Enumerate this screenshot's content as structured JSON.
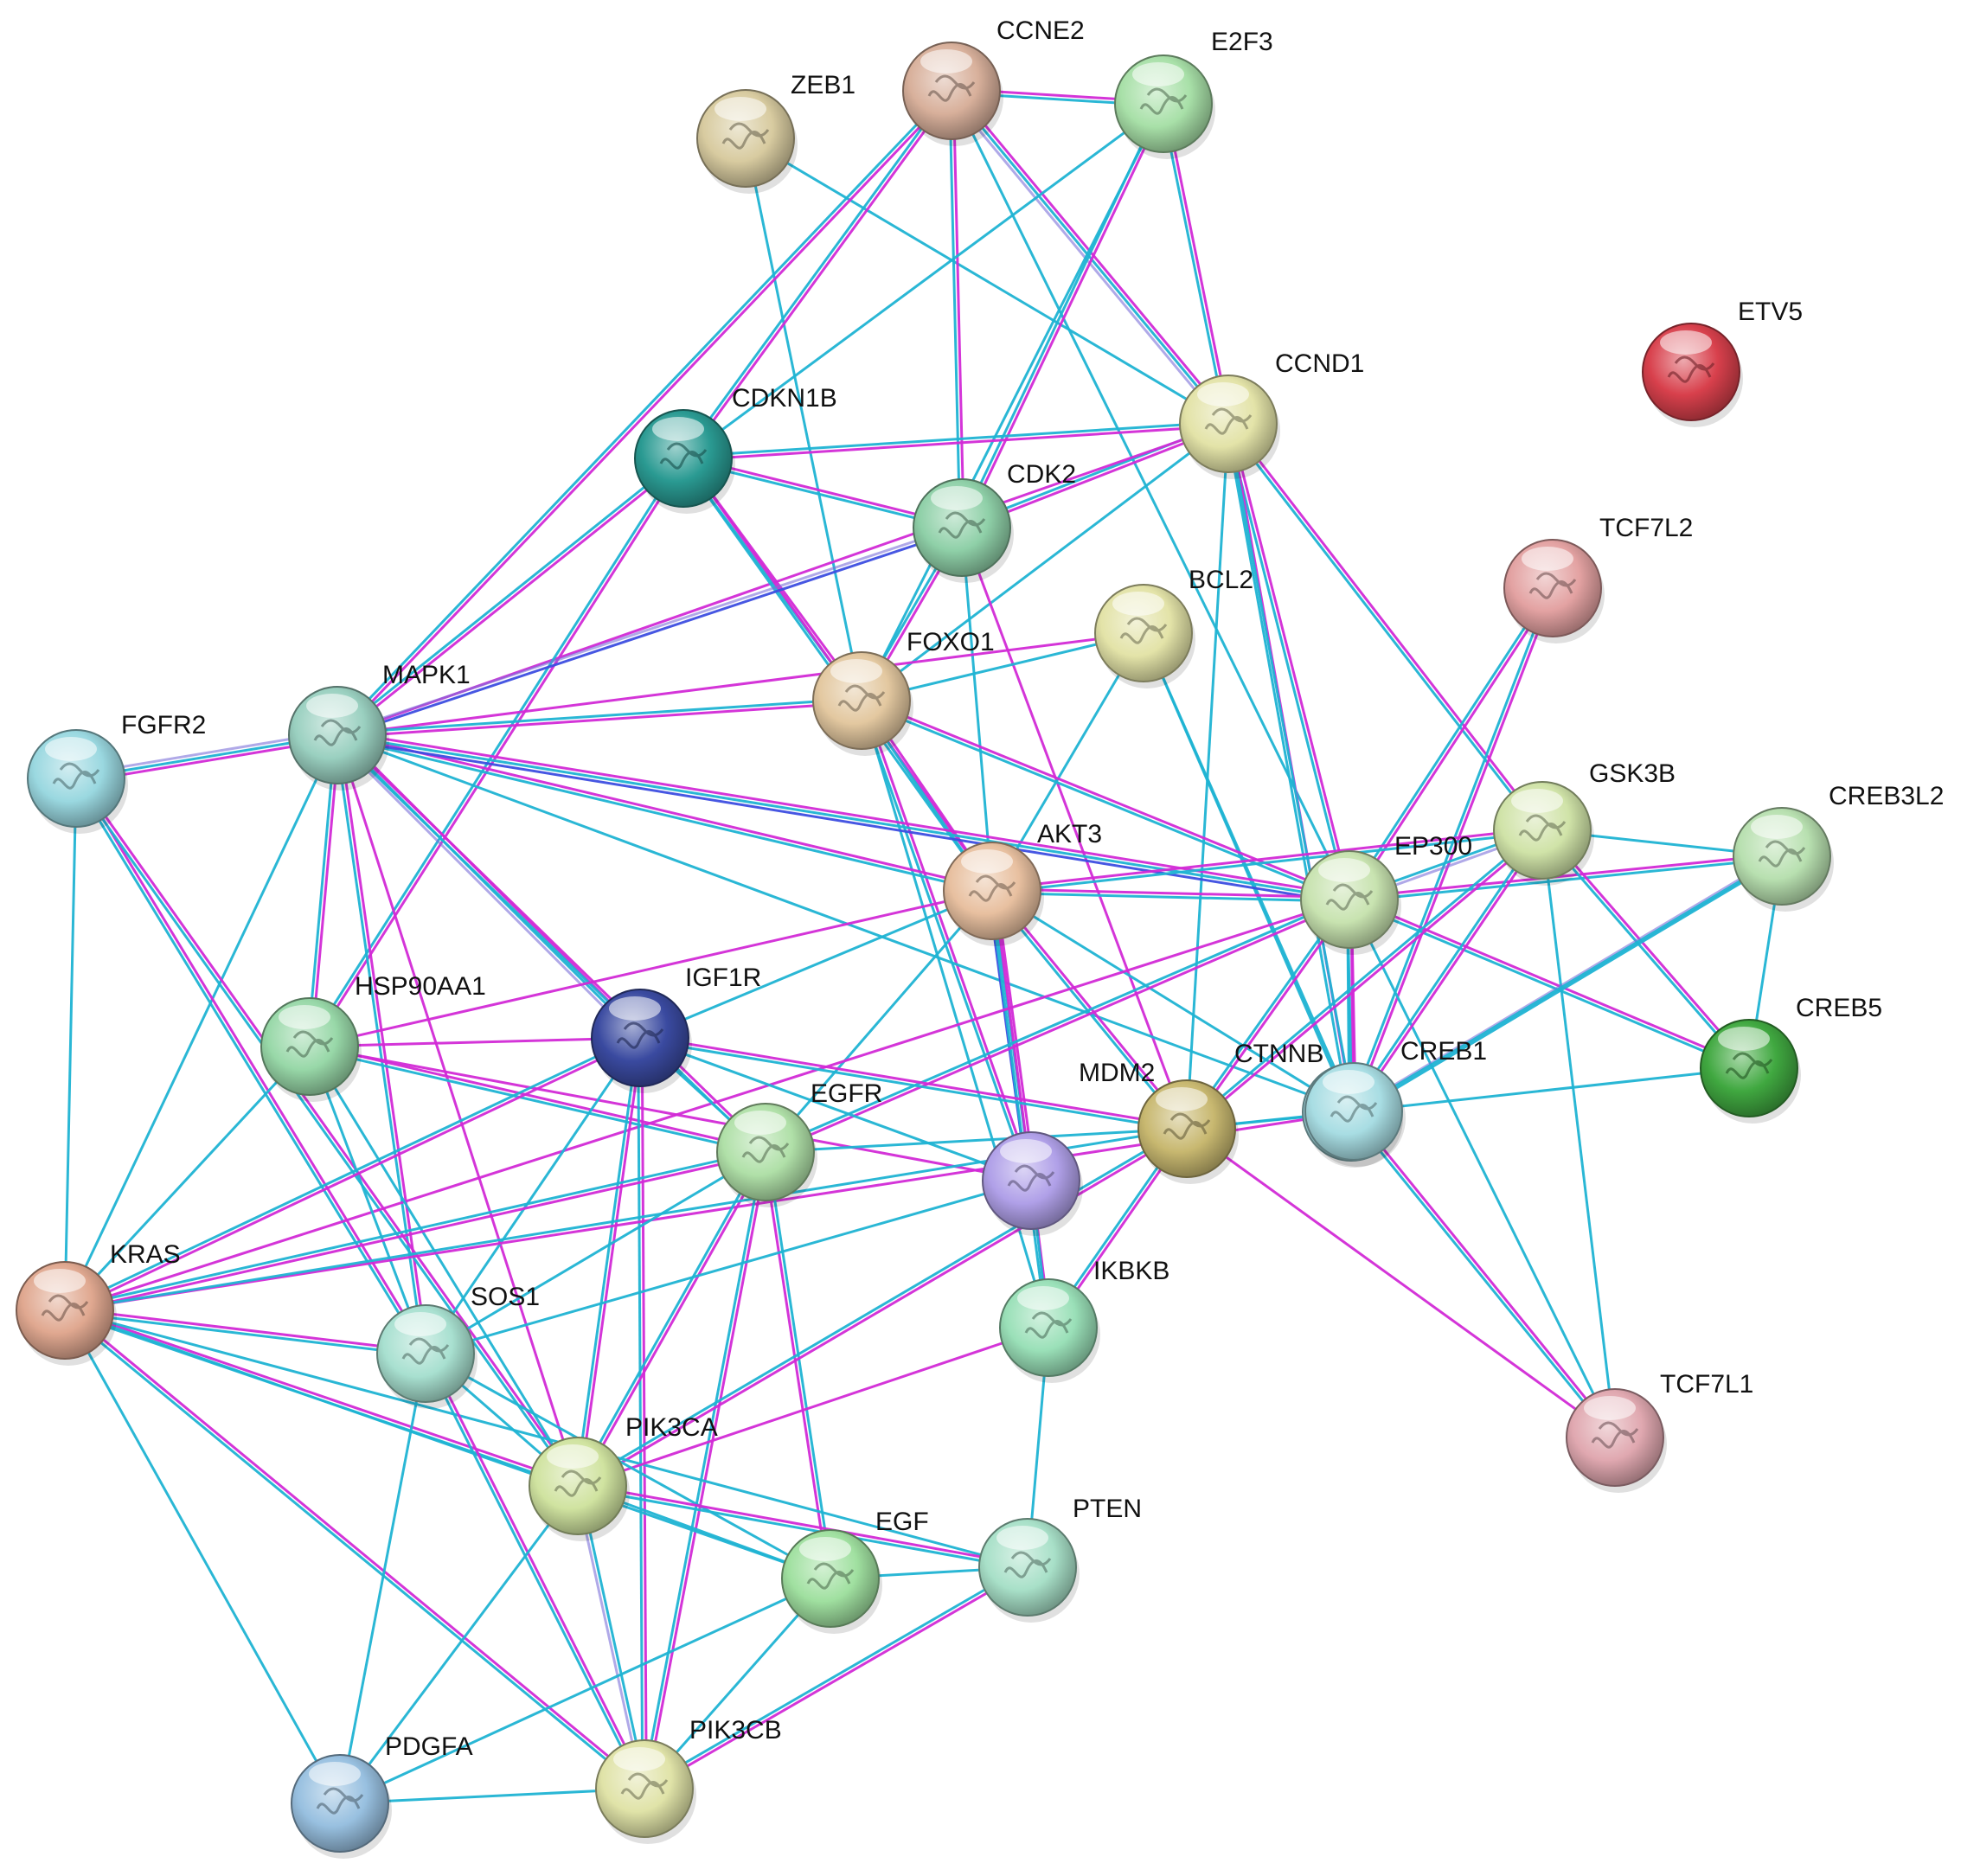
{
  "network": {
    "edge_colors": {
      "experimental": "#d22ad6",
      "database": "#1fb3d3",
      "coexpression": "#7b6fd9",
      "textmining": "#3d4ee0"
    },
    "nodes": [
      {
        "id": "ZEB1",
        "label": "ZEB1",
        "color": "#d8cba0"
      },
      {
        "id": "CCNE2",
        "label": "CCNE2",
        "color": "#d8b09b"
      },
      {
        "id": "E2F3",
        "label": "E2F3",
        "color": "#a8e0a8"
      },
      {
        "id": "ETV5",
        "label": "ETV5",
        "color": "#d8404c"
      },
      {
        "id": "CCND1",
        "label": "CCND1",
        "color": "#e3e3a8"
      },
      {
        "id": "CDKN1B",
        "label": "CDKN1B",
        "color": "#2a9a92"
      },
      {
        "id": "CDK2",
        "label": "CDK2",
        "color": "#8fd0a8"
      },
      {
        "id": "TCF7L2",
        "label": "TCF7L2",
        "color": "#e3a2a2"
      },
      {
        "id": "BCL2",
        "label": "BCL2",
        "color": "#e3e3a8"
      },
      {
        "id": "FOXO1",
        "label": "FOXO1",
        "color": "#e3c8a0"
      },
      {
        "id": "MAPK1",
        "label": "MAPK1",
        "color": "#9ad0c0"
      },
      {
        "id": "FGFR2",
        "label": "FGFR2",
        "color": "#9ad8e0"
      },
      {
        "id": "AKT3",
        "label": "AKT3",
        "color": "#e8c0a0"
      },
      {
        "id": "EP300",
        "label": "EP300",
        "color": "#c8e3b0"
      },
      {
        "id": "GSK3B",
        "label": "GSK3B",
        "color": "#d0e3a8"
      },
      {
        "id": "CREB3L2",
        "label": "CREB3L2",
        "color": "#b8e0b0"
      },
      {
        "id": "HSP90AA1",
        "label": "HSP90AA1",
        "color": "#98d8a8"
      },
      {
        "id": "IGF1R",
        "label": "IGF1R",
        "color": "#3a4aa0"
      },
      {
        "id": "CREB5",
        "label": "CREB5",
        "color": "#40a840"
      },
      {
        "id": "CTNNB1",
        "label": "CTNNB",
        "color": "#a8dde3"
      },
      {
        "id": "CREB1",
        "label": "CREB1",
        "color": "#a8dde3"
      },
      {
        "id": "EGFR",
        "label": "EGFR",
        "color": "#b0e0a8"
      },
      {
        "id": "MDM2",
        "label": "MDM2",
        "color": "#c8b870"
      },
      {
        "id": "PTPN",
        "label": "",
        "color": "#b0a0e8"
      },
      {
        "id": "KRAS",
        "label": "KRAS",
        "color": "#e0a890"
      },
      {
        "id": "IKBKB",
        "label": "IKBKB",
        "color": "#9ae0b8"
      },
      {
        "id": "SOS1",
        "label": "SOS1",
        "color": "#a8e0d0"
      },
      {
        "id": "PIK3CA",
        "label": "PIK3CA",
        "color": "#d0e3a0"
      },
      {
        "id": "TCF7L1",
        "label": "TCF7L1",
        "color": "#e0a8b0"
      },
      {
        "id": "EGF",
        "label": "EGF",
        "color": "#a0e0a0"
      },
      {
        "id": "PTEN",
        "label": "PTEN",
        "color": "#a8e0c8"
      },
      {
        "id": "PDGFA",
        "label": "PDGFA",
        "color": "#98c0e0"
      },
      {
        "id": "PIK3CB",
        "label": "PIK3CB",
        "color": "#e0e3a8"
      }
    ],
    "edges": [
      {
        "s": "ZEB1",
        "t": "CCND1",
        "types": [
          "database"
        ]
      },
      {
        "s": "ZEB1",
        "t": "FOXO1",
        "types": [
          "database"
        ]
      },
      {
        "s": "CCNE2",
        "t": "E2F3",
        "types": [
          "experimental",
          "database"
        ]
      },
      {
        "s": "CCNE2",
        "t": "CCND1",
        "types": [
          "experimental",
          "database",
          "coexpression"
        ]
      },
      {
        "s": "CCNE2",
        "t": "CDKN1B",
        "types": [
          "experimental",
          "database"
        ]
      },
      {
        "s": "CCNE2",
        "t": "CDK2",
        "types": [
          "experimental",
          "database"
        ]
      },
      {
        "s": "CCNE2",
        "t": "MAPK1",
        "types": [
          "experimental",
          "database"
        ]
      },
      {
        "s": "CCNE2",
        "t": "EP300",
        "types": [
          "database"
        ]
      },
      {
        "s": "E2F3",
        "t": "CCND1",
        "types": [
          "experimental",
          "database"
        ]
      },
      {
        "s": "E2F3",
        "t": "CDK2",
        "types": [
          "experimental",
          "database"
        ]
      },
      {
        "s": "E2F3",
        "t": "CDKN1B",
        "types": [
          "database"
        ]
      },
      {
        "s": "E2F3",
        "t": "FOXO1",
        "types": [
          "database"
        ]
      },
      {
        "s": "CCND1",
        "t": "CDKN1B",
        "types": [
          "experimental",
          "database"
        ]
      },
      {
        "s": "CCND1",
        "t": "CDK2",
        "types": [
          "experimental",
          "database"
        ]
      },
      {
        "s": "CCND1",
        "t": "FOXO1",
        "types": [
          "database"
        ]
      },
      {
        "s": "CCND1",
        "t": "EP300",
        "types": [
          "experimental",
          "database"
        ]
      },
      {
        "s": "CCND1",
        "t": "GSK3B",
        "types": [
          "experimental",
          "database"
        ]
      },
      {
        "s": "CCND1",
        "t": "CTNNB1",
        "types": [
          "experimental",
          "database"
        ]
      },
      {
        "s": "CCND1",
        "t": "MDM2",
        "types": [
          "database"
        ]
      },
      {
        "s": "CCND1",
        "t": "CREB1",
        "types": [
          "database"
        ]
      },
      {
        "s": "CCND1",
        "t": "MAPK1",
        "types": [
          "experimental"
        ]
      },
      {
        "s": "CDKN1B",
        "t": "CDK2",
        "types": [
          "experimental",
          "database"
        ]
      },
      {
        "s": "CDKN1B",
        "t": "FOXO1",
        "types": [
          "experimental",
          "database"
        ]
      },
      {
        "s": "CDKN1B",
        "t": "AKT3",
        "types": [
          "experimental",
          "database"
        ]
      },
      {
        "s": "CDKN1B",
        "t": "MAPK1",
        "types": [
          "experimental",
          "database"
        ]
      },
      {
        "s": "CDKN1B",
        "t": "HSP90AA1",
        "types": [
          "experimental",
          "database"
        ]
      },
      {
        "s": "CDK2",
        "t": "MAPK1",
        "types": [
          "textmining",
          "coexpression"
        ]
      },
      {
        "s": "CDK2",
        "t": "FOXO1",
        "types": [
          "experimental",
          "database"
        ]
      },
      {
        "s": "CDK2",
        "t": "AKT3",
        "types": [
          "database"
        ]
      },
      {
        "s": "CDK2",
        "t": "MDM2",
        "types": [
          "experimental"
        ]
      },
      {
        "s": "TCF7L2",
        "t": "EP300",
        "types": [
          "experimental",
          "database"
        ]
      },
      {
        "s": "TCF7L2",
        "t": "CTNNB1",
        "types": [
          "experimental",
          "database"
        ]
      },
      {
        "s": "BCL2",
        "t": "FOXO1",
        "types": [
          "database"
        ]
      },
      {
        "s": "BCL2",
        "t": "MAPK1",
        "types": [
          "experimental"
        ]
      },
      {
        "s": "BCL2",
        "t": "AKT3",
        "types": [
          "database"
        ]
      },
      {
        "s": "BCL2",
        "t": "CTNNB1",
        "types": [
          "database"
        ]
      },
      {
        "s": "BCL2",
        "t": "CREB1",
        "types": [
          "database"
        ]
      },
      {
        "s": "FOXO1",
        "t": "MAPK1",
        "types": [
          "experimental",
          "database"
        ]
      },
      {
        "s": "FOXO1",
        "t": "AKT3",
        "types": [
          "experimental",
          "database"
        ]
      },
      {
        "s": "FOXO1",
        "t": "EP300",
        "types": [
          "experimental",
          "database"
        ]
      },
      {
        "s": "FOXO1",
        "t": "PTPN",
        "types": [
          "experimental",
          "database"
        ]
      },
      {
        "s": "FOXO1",
        "t": "IKBKB",
        "types": [
          "database"
        ]
      },
      {
        "s": "MAPK1",
        "t": "FGFR2",
        "types": [
          "experimental",
          "database",
          "coexpression"
        ]
      },
      {
        "s": "MAPK1",
        "t": "AKT3",
        "types": [
          "experimental",
          "database"
        ]
      },
      {
        "s": "MAPK1",
        "t": "EP300",
        "types": [
          "experimental",
          "database",
          "textmining"
        ]
      },
      {
        "s": "MAPK1",
        "t": "HSP90AA1",
        "types": [
          "experimental",
          "database"
        ]
      },
      {
        "s": "MAPK1",
        "t": "IGF1R",
        "types": [
          "experimental",
          "database",
          "coexpression"
        ]
      },
      {
        "s": "MAPK1",
        "t": "KRAS",
        "types": [
          "database"
        ]
      },
      {
        "s": "MAPK1",
        "t": "SOS1",
        "types": [
          "experimental",
          "database"
        ]
      },
      {
        "s": "MAPK1",
        "t": "EGFR",
        "types": [
          "experimental",
          "database"
        ]
      },
      {
        "s": "MAPK1",
        "t": "CREB1",
        "types": [
          "database"
        ]
      },
      {
        "s": "MAPK1",
        "t": "PIK3CA",
        "types": [
          "experimental"
        ]
      },
      {
        "s": "FGFR2",
        "t": "KRAS",
        "types": [
          "database"
        ]
      },
      {
        "s": "FGFR2",
        "t": "SOS1",
        "types": [
          "experimental",
          "database"
        ]
      },
      {
        "s": "FGFR2",
        "t": "PIK3CA",
        "types": [
          "experimental",
          "database"
        ]
      },
      {
        "s": "AKT3",
        "t": "EP300",
        "types": [
          "experimental",
          "database"
        ]
      },
      {
        "s": "AKT3",
        "t": "GSK3B",
        "types": [
          "experimental",
          "database"
        ]
      },
      {
        "s": "AKT3",
        "t": "PTPN",
        "types": [
          "experimental",
          "database",
          "textmining"
        ]
      },
      {
        "s": "AKT3",
        "t": "MDM2",
        "types": [
          "experimental",
          "database"
        ]
      },
      {
        "s": "AKT3",
        "t": "IGF1R",
        "types": [
          "database"
        ]
      },
      {
        "s": "AKT3",
        "t": "HSP90AA1",
        "types": [
          "experimental"
        ]
      },
      {
        "s": "AKT3",
        "t": "CTNNB1",
        "types": [
          "database"
        ]
      },
      {
        "s": "AKT3",
        "t": "EGFR",
        "types": [
          "database"
        ]
      },
      {
        "s": "AKT3",
        "t": "IKBKB",
        "types": [
          "experimental",
          "database"
        ]
      },
      {
        "s": "EP300",
        "t": "GSK3B",
        "types": [
          "database",
          "coexpression"
        ]
      },
      {
        "s": "EP300",
        "t": "CREB3L2",
        "types": [
          "experimental",
          "database"
        ]
      },
      {
        "s": "EP300",
        "t": "CREB5",
        "types": [
          "experimental",
          "database"
        ]
      },
      {
        "s": "EP300",
        "t": "CTNNB1",
        "types": [
          "experimental",
          "database"
        ]
      },
      {
        "s": "EP300",
        "t": "CREB1",
        "types": [
          "experimental",
          "database"
        ]
      },
      {
        "s": "EP300",
        "t": "MDM2",
        "types": [
          "experimental",
          "database"
        ]
      },
      {
        "s": "EP300",
        "t": "TCF7L1",
        "types": [
          "database"
        ]
      },
      {
        "s": "EP300",
        "t": "KRAS",
        "types": [
          "experimental"
        ]
      },
      {
        "s": "EP300",
        "t": "EGFR",
        "types": [
          "experimental",
          "database"
        ]
      },
      {
        "s": "GSK3B",
        "t": "CREB3L2",
        "types": [
          "database"
        ]
      },
      {
        "s": "GSK3B",
        "t": "CREB5",
        "types": [
          "experimental",
          "database"
        ]
      },
      {
        "s": "GSK3B",
        "t": "CTNNB1",
        "types": [
          "experimental",
          "database"
        ]
      },
      {
        "s": "GSK3B",
        "t": "MDM2",
        "types": [
          "experimental",
          "database"
        ]
      },
      {
        "s": "GSK3B",
        "t": "TCF7L1",
        "types": [
          "database"
        ]
      },
      {
        "s": "CREB3L2",
        "t": "CREB5",
        "types": [
          "database"
        ]
      },
      {
        "s": "CREB3L2",
        "t": "CREB1",
        "types": [
          "database",
          "coexpression"
        ]
      },
      {
        "s": "CREB3L2",
        "t": "CTNNB1",
        "types": [
          "database"
        ]
      },
      {
        "s": "CREB5",
        "t": "CREB1",
        "types": [
          "database"
        ]
      },
      {
        "s": "HSP90AA1",
        "t": "IGF1R",
        "types": [
          "experimental"
        ]
      },
      {
        "s": "HSP90AA1",
        "t": "KRAS",
        "types": [
          "database"
        ]
      },
      {
        "s": "HSP90AA1",
        "t": "SOS1",
        "types": [
          "database"
        ]
      },
      {
        "s": "HSP90AA1",
        "t": "EGFR",
        "types": [
          "experimental",
          "database"
        ]
      },
      {
        "s": "HSP90AA1",
        "t": "PTPN",
        "types": [
          "experimental"
        ]
      },
      {
        "s": "HSP90AA1",
        "t": "PIK3CA",
        "types": [
          "database"
        ]
      },
      {
        "s": "IGF1R",
        "t": "KRAS",
        "types": [
          "experimental",
          "database"
        ]
      },
      {
        "s": "IGF1R",
        "t": "SOS1",
        "types": [
          "database"
        ]
      },
      {
        "s": "IGF1R",
        "t": "EGFR",
        "types": [
          "database"
        ]
      },
      {
        "s": "IGF1R",
        "t": "MDM2",
        "types": [
          "experimental",
          "database"
        ]
      },
      {
        "s": "IGF1R",
        "t": "PIK3CA",
        "types": [
          "experimental",
          "database"
        ]
      },
      {
        "s": "IGF1R",
        "t": "PIK3CB",
        "types": [
          "experimental",
          "database"
        ]
      },
      {
        "s": "IGF1R",
        "t": "PTPN",
        "types": [
          "database"
        ]
      },
      {
        "s": "CTNNB1",
        "t": "MDM2",
        "types": [
          "database"
        ]
      },
      {
        "s": "CTNNB1",
        "t": "TCF7L1",
        "types": [
          "experimental",
          "database"
        ]
      },
      {
        "s": "CTNNB1",
        "t": "KRAS",
        "types": [
          "experimental"
        ]
      },
      {
        "s": "CREB1",
        "t": "MDM2",
        "types": [
          "database"
        ]
      },
      {
        "s": "EGFR",
        "t": "KRAS",
        "types": [
          "experimental",
          "database"
        ]
      },
      {
        "s": "EGFR",
        "t": "SOS1",
        "types": [
          "database"
        ]
      },
      {
        "s": "EGFR",
        "t": "PIK3CA",
        "types": [
          "experimental",
          "database"
        ]
      },
      {
        "s": "EGFR",
        "t": "PIK3CB",
        "types": [
          "experimental",
          "database"
        ]
      },
      {
        "s": "EGFR",
        "t": "EGF",
        "types": [
          "database",
          "experimental"
        ]
      },
      {
        "s": "EGFR",
        "t": "MDM2",
        "types": [
          "database"
        ]
      },
      {
        "s": "MDM2",
        "t": "KRAS",
        "types": [
          "database"
        ]
      },
      {
        "s": "MDM2",
        "t": "IKBKB",
        "types": [
          "experimental",
          "database"
        ]
      },
      {
        "s": "MDM2",
        "t": "TCF7L1",
        "types": [
          "experimental"
        ]
      },
      {
        "s": "MDM2",
        "t": "PIK3CA",
        "types": [
          "experimental",
          "database"
        ]
      },
      {
        "s": "PTPN",
        "t": "IKBKB",
        "types": [
          "database"
        ]
      },
      {
        "s": "PTPN",
        "t": "SOS1",
        "types": [
          "database"
        ]
      },
      {
        "s": "KRAS",
        "t": "SOS1",
        "types": [
          "experimental",
          "database"
        ]
      },
      {
        "s": "KRAS",
        "t": "PIK3CA",
        "types": [
          "experimental",
          "database"
        ]
      },
      {
        "s": "KRAS",
        "t": "EGF",
        "types": [
          "database"
        ]
      },
      {
        "s": "KRAS",
        "t": "PDGFA",
        "types": [
          "database"
        ]
      },
      {
        "s": "KRAS",
        "t": "PIK3CB",
        "types": [
          "experimental",
          "database"
        ]
      },
      {
        "s": "KRAS",
        "t": "PTEN",
        "types": [
          "database"
        ]
      },
      {
        "s": "IKBKB",
        "t": "PTEN",
        "types": [
          "database"
        ]
      },
      {
        "s": "IKBKB",
        "t": "PIK3CA",
        "types": [
          "experimental"
        ]
      },
      {
        "s": "SOS1",
        "t": "PIK3CA",
        "types": [
          "database"
        ]
      },
      {
        "s": "SOS1",
        "t": "EGF",
        "types": [
          "database"
        ]
      },
      {
        "s": "SOS1",
        "t": "PDGFA",
        "types": [
          "database"
        ]
      },
      {
        "s": "SOS1",
        "t": "PIK3CB",
        "types": [
          "experimental",
          "database"
        ]
      },
      {
        "s": "PIK3CA",
        "t": "EGF",
        "types": [
          "database"
        ]
      },
      {
        "s": "PIK3CA",
        "t": "PTEN",
        "types": [
          "experimental",
          "database"
        ]
      },
      {
        "s": "PIK3CA",
        "t": "PIK3CB",
        "types": [
          "database",
          "coexpression"
        ]
      },
      {
        "s": "PIK3CA",
        "t": "PDGFA",
        "types": [
          "database"
        ]
      },
      {
        "s": "EGF",
        "t": "PTEN",
        "types": [
          "database"
        ]
      },
      {
        "s": "EGF",
        "t": "PIK3CB",
        "types": [
          "database"
        ]
      },
      {
        "s": "EGF",
        "t": "PDGFA",
        "types": [
          "database"
        ]
      },
      {
        "s": "PTEN",
        "t": "PIK3CB",
        "types": [
          "experimental",
          "database"
        ]
      },
      {
        "s": "PDGFA",
        "t": "PIK3CB",
        "types": [
          "database"
        ]
      }
    ]
  }
}
